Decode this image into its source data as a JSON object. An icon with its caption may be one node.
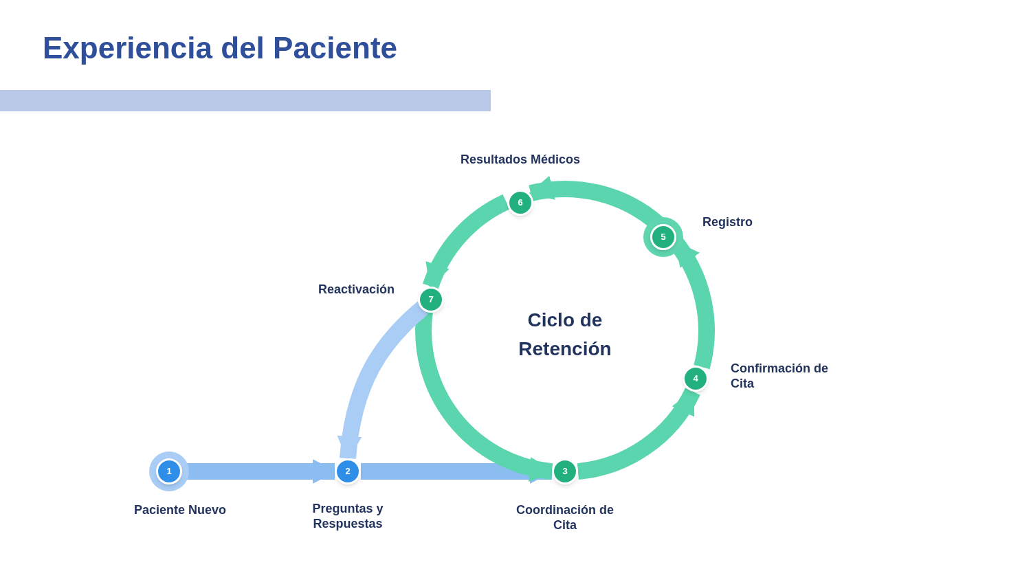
{
  "diagram": {
    "title": "Experiencia del Paciente",
    "nodes": [
      {
        "text": [
          "1"
        ],
        "beside": [
          "Paciente Nuevo"
        ]
      },
      {
        "text": [
          "2"
        ],
        "beside": [
          "Preguntas y Respuestas"
        ]
      },
      {
        "text": [
          "3"
        ],
        "beside": [
          "Coordinación de Cita"
        ]
      },
      {
        "text": [
          "4"
        ],
        "beside": [
          "Confirmación de Cita"
        ]
      },
      {
        "text": [
          "5"
        ],
        "beside": [
          "Registro"
        ]
      },
      {
        "text": [
          "6"
        ],
        "beside": [
          "Resultados Médicos"
        ]
      },
      {
        "text": [
          "7"
        ],
        "beside": [
          "Reactivación"
        ]
      }
    ],
    "edges": [
      {
        "from": 0,
        "to": 1,
        "arrow": "to",
        "color": "#8cbdf0"
      },
      {
        "from": 1,
        "to": 2,
        "arrow": "to",
        "color": "#8cbdf0"
      },
      {
        "from": 2,
        "to": 3,
        "arrow": "to"
      },
      {
        "from": 3,
        "to": 4,
        "arrow": "to"
      },
      {
        "from": 4,
        "to": 5,
        "arrow": "to"
      },
      {
        "from": 5,
        "to": 6,
        "arrow": "to"
      },
      {
        "from": 6,
        "to": 2,
        "arrow": "to"
      },
      {
        "from": 6,
        "to": 1,
        "arrow": "to",
        "color": "#a9cdf5"
      }
    ],
    "labels": [
      "Ciclo de Retención"
    ]
  }
}
